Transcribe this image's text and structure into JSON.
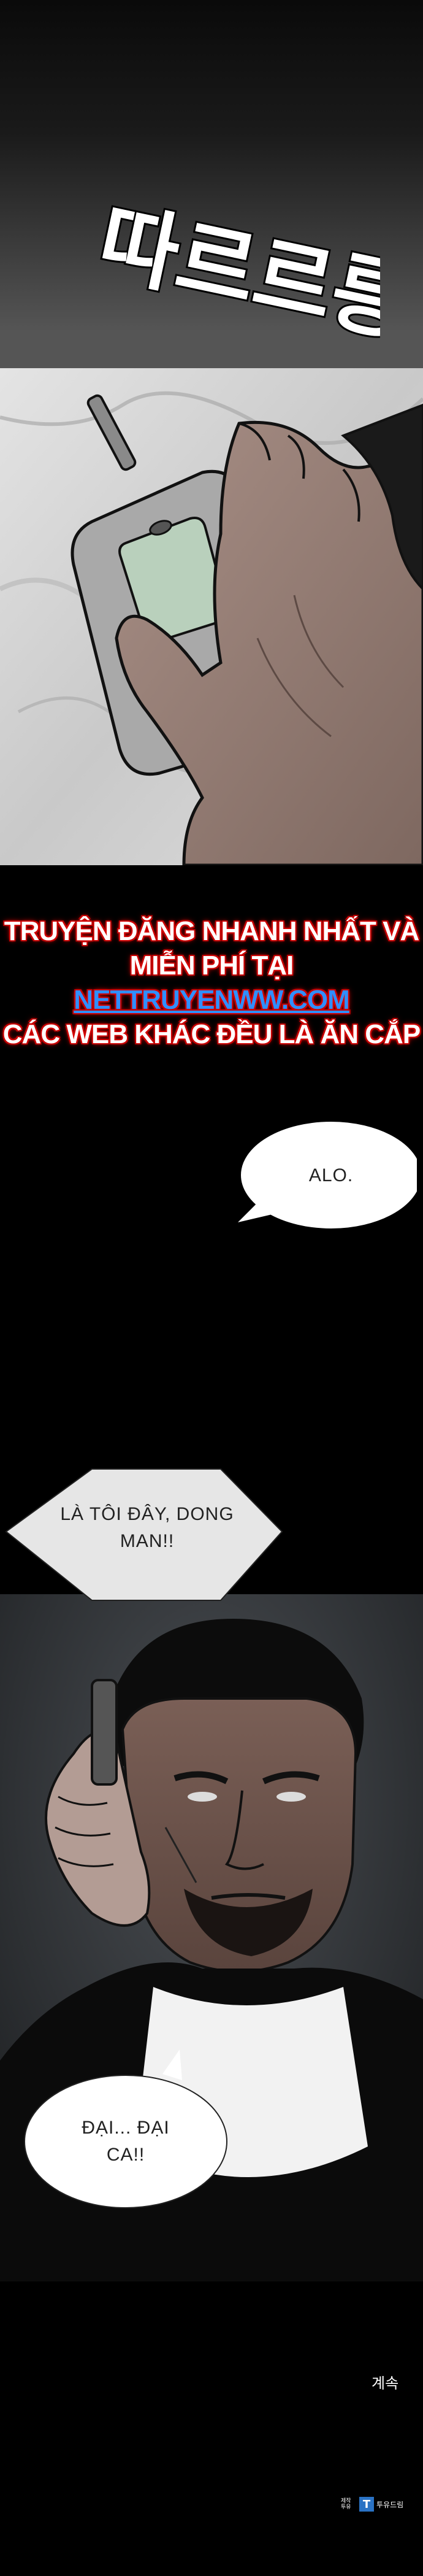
{
  "sfx": {
    "text": "따르르릉"
  },
  "banner": {
    "line1": "TRUYỆN ĐĂNG NHANH NHẤT VÀ",
    "line2_prefix": "MIỄN PHÍ TẠI ",
    "line2_link": "NETTRUYENWW.COM",
    "line3": "CÁC WEB KHÁC ĐỀU LÀ ĂN CẮP"
  },
  "bubbles": [
    {
      "text": "ALO."
    },
    {
      "line1": "LÀ TÔI ĐÂY, DONG",
      "line2": "MAN!!"
    },
    {
      "line1": "ĐẠI... ĐẠI",
      "line2": "CA!!"
    }
  ],
  "footer": {
    "continue": "계속",
    "credit_small": "제작 투유",
    "credit_logo": "T",
    "credit_name": "투유드림"
  },
  "colors": {
    "banner_glow": "#e00000",
    "banner_link": "#2f8fff",
    "sky": "#3f3f3f",
    "stone": "#d8d8d8"
  }
}
